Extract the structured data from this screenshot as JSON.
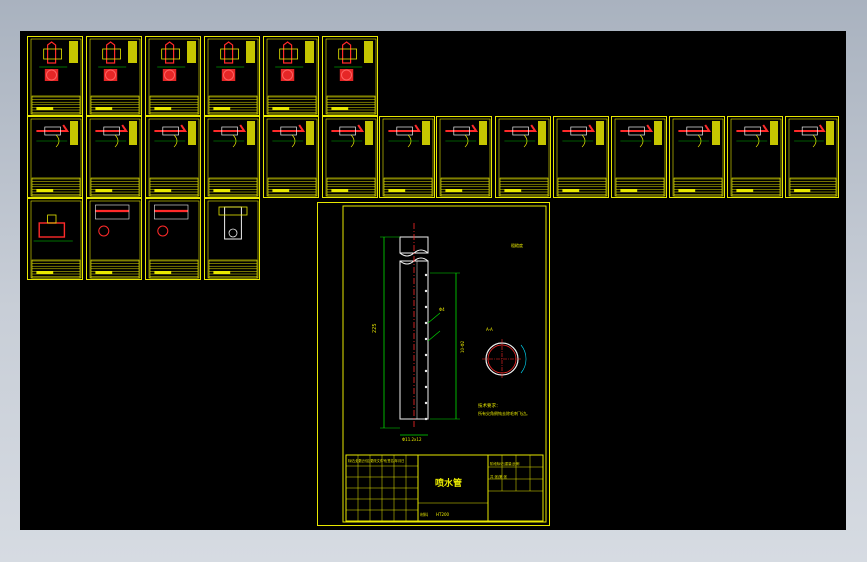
{
  "drawing": {
    "part_title": "喷水管",
    "scale_label": "粗糙度",
    "section_label": "A-A",
    "tech_req_title": "技术要求：",
    "tech_req_text": "所有尖角倒钝去除毛刺飞边。",
    "dim_width": "Φ11.2x12",
    "dim_length": "225",
    "dim_side": "10-Φ2",
    "note_hole": "Φ4",
    "title_block_left": "标记|处数|分区|更改文件号|签名|年月日",
    "material_label": "材料",
    "material_value": "HT200",
    "title_block_right_row1": "阶段标记|重量|比例",
    "title_block_right_row2": "共 张|第 张"
  },
  "colors": {
    "sheet_border": "#e8e800",
    "part_red": "#ff2a2a",
    "dim_green": "#00e000",
    "dim_cyan": "#00e0ff",
    "background": "#000000"
  }
}
